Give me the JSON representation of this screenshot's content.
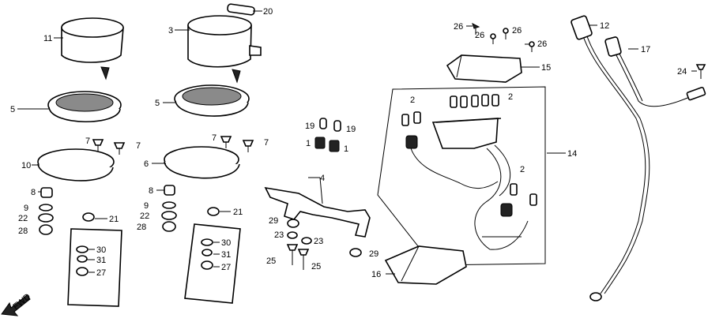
{
  "callouts": {
    "c1": "1",
    "c1b": "1",
    "c2a": "2",
    "c2b": "2",
    "c2c": "2",
    "c3": "3",
    "c4": "4",
    "c5a": "5",
    "c5b": "5",
    "c6": "6",
    "c7a": "7",
    "c7b": "7",
    "c7c": "7",
    "c7d": "7",
    "c8a": "8",
    "c8b": "8",
    "c9a": "9",
    "c9b": "9",
    "c10": "10",
    "c11": "11",
    "c12": "12",
    "c14": "14",
    "c15": "15",
    "c16": "16",
    "c17": "17",
    "c19a": "19",
    "c19b": "19",
    "c20": "20",
    "c21a": "21",
    "c21b": "21",
    "c22a": "22",
    "c22b": "22",
    "c23a": "23",
    "c23b": "23",
    "c24": "24",
    "c25a": "25",
    "c25b": "25",
    "c26a": "26",
    "c26b": "26",
    "c26c": "26",
    "c26d": "26",
    "c27a": "27",
    "c27b": "27",
    "c28a": "28",
    "c28b": "28",
    "c29a": "29",
    "c29b": "29",
    "c30a": "30",
    "c30b": "30",
    "c31a": "31",
    "c31b": "31"
  },
  "fwd_label": "FWD"
}
